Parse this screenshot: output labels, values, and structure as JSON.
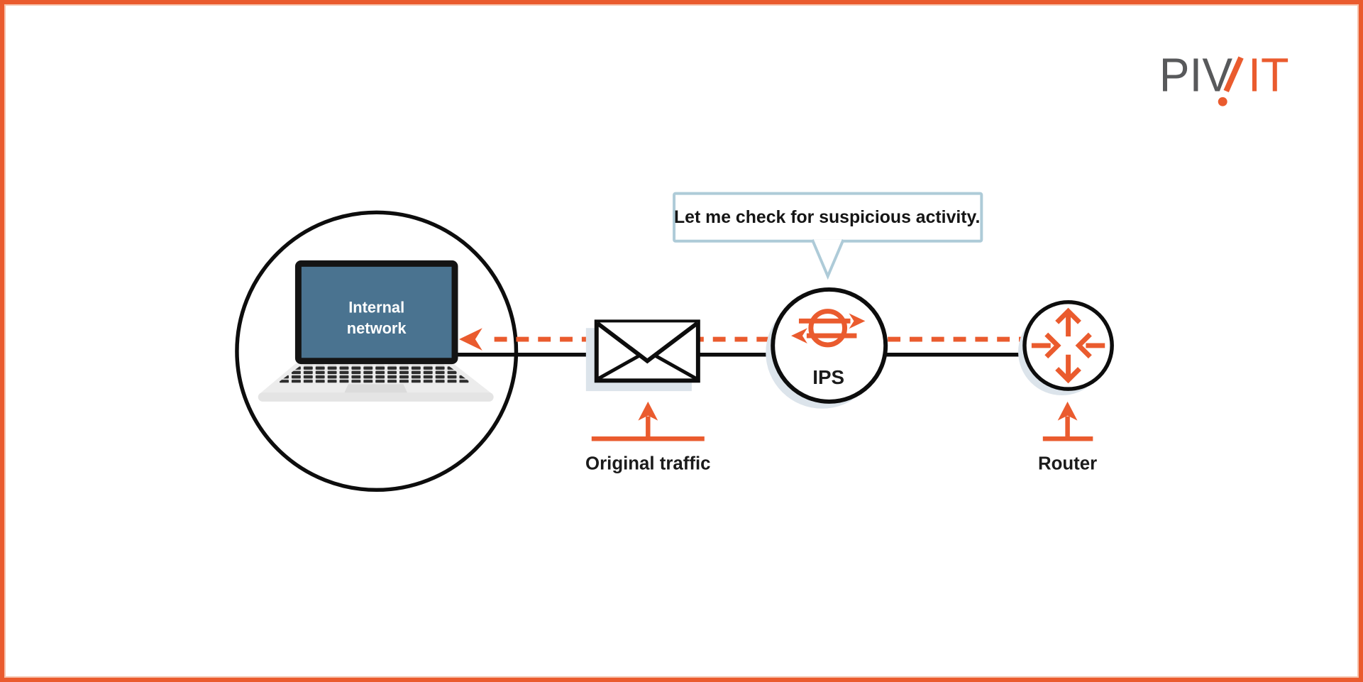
{
  "frame": {
    "background": "#FFFFFF",
    "border_color": "#EA5B2E"
  },
  "logo": {
    "part_gray": "PIV",
    "part_orange": "IT",
    "slash_icon": "slash-exclamation-icon",
    "dot_icon": "exclamation-dot-icon"
  },
  "speech_bubble": {
    "text": "Let me check for suspicious activity."
  },
  "diagram": {
    "internal_network": {
      "label_line1": "Internal",
      "label_line2": "network",
      "icon": "laptop-icon"
    },
    "original_traffic": {
      "label": "Original traffic",
      "icon": "envelope-icon"
    },
    "ips": {
      "label": "IPS",
      "icon": "inspection-arrows-icon"
    },
    "router": {
      "label": "Router",
      "icon": "router-arrows-icon"
    },
    "flow": {
      "dashed_arrow_direction": "right-to-left"
    }
  },
  "colors": {
    "accent_orange": "#EA5B2E",
    "line_black": "#0D0D0D",
    "text_black": "#1B1B1B",
    "bubble_border": "#AECBD8",
    "screen_blue": "#4A7390",
    "laptop_body_gray": "#ECECEC",
    "shadow_blue_gray": "#DCE4EB",
    "logo_gray": "#58595B"
  }
}
